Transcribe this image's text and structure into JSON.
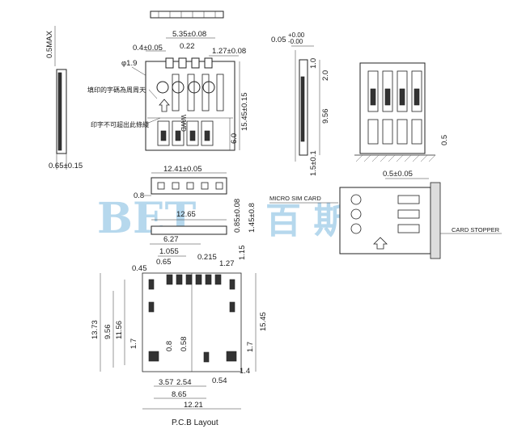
{
  "watermark": {
    "latin": "BET",
    "cjk": "百 斯 特",
    "color": "#9ecbe8"
  },
  "top_view": {
    "notes": [
      "填印的字碼為周周天",
      "印字不可超出此條綫"
    ],
    "marking": "WWD",
    "dims": {
      "total_width": "5.35±0.08",
      "contact_offset": "0.4±0.05",
      "pad_gap": "0.22",
      "pitch": "1.27±0.08",
      "hole_dia": "φ1.9",
      "height": "15.45±0.15",
      "lower": "6.0"
    }
  },
  "side_view_left": {
    "dims": {
      "max_height": "0.5MAX",
      "bottom_offset": "0.65±0.15"
    }
  },
  "side_view_right": {
    "dims": {
      "flatness": "0.05",
      "flatness_tol_upper": "+0.00",
      "flatness_tol_lower": "-0.00",
      "d1": "1.0",
      "d2": "2.0",
      "d3": "9.56",
      "d4": "1.5±0.1"
    }
  },
  "right_top_view": {
    "dims": {
      "right_edge": "0.5"
    }
  },
  "front_view": {
    "dims": {
      "width": "12.41±0.05",
      "left": "0.8",
      "inner": "12.65",
      "height1": "0.85±0.08",
      "height2": "1.45±0.8"
    }
  },
  "insert_view": {
    "labels": {
      "card": "MICRO SIM CARD",
      "stopper": "CARD STOPPER"
    },
    "dims": {
      "gap": "0.5±0.05"
    }
  },
  "pcb_layout": {
    "title": "P.C.B Layout",
    "dims": {
      "w_top": "6.27",
      "a": "1.055",
      "b": "0.215",
      "c": "0.45",
      "d": "0.65",
      "e": "1.27",
      "f": "1.15",
      "h1": "13.73",
      "h2": "11.56",
      "h3": "9.56",
      "h4": "1.7",
      "h5": "0.8",
      "h6": "0.58",
      "h7": "15.45",
      "h8": "1.7",
      "b1": "3.57",
      "b2": "2.54",
      "b3": "0.54",
      "b4": "1.4",
      "b5": "8.65",
      "b6": "12.21"
    }
  }
}
